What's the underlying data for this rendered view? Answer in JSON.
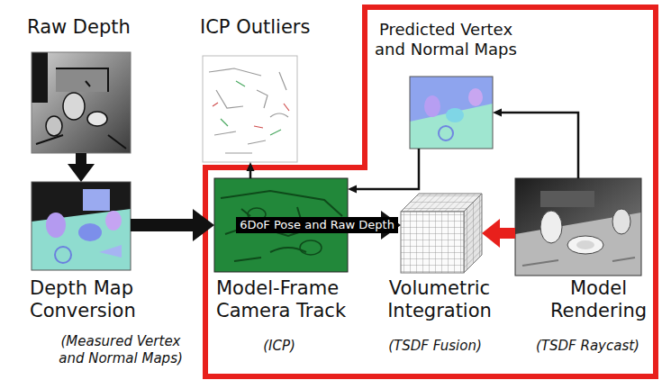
{
  "diagram": {
    "nodes": [
      {
        "text": [
          "Raw Depth"
        ]
      },
      {
        "text": [
          "ICP Outliers"
        ]
      },
      {
        "text": [
          "Predicted Vertex and Normal Maps"
        ]
      },
      {
        "text": [
          "Depth Map Conversion",
          "(Measured Vertex and Normal Maps)"
        ]
      },
      {
        "text": [
          "Model-Frame Camera Track",
          "(ICP)"
        ]
      },
      {
        "text": [
          "Volumetric Integration",
          "(TSDF Fusion)"
        ]
      },
      {
        "text": [
          "Model Rendering",
          "(TSDF Raycast)"
        ]
      }
    ],
    "edges": [
      {
        "from": 0,
        "to": 3,
        "arrow": "to"
      },
      {
        "from": 3,
        "to": 4,
        "arrow": "to"
      },
      {
        "from": 4,
        "to": 1,
        "arrow": "to"
      },
      {
        "from": 4,
        "to": 5,
        "arrow": "to",
        "label": "6DoF Pose and Raw Depth"
      },
      {
        "from": 6,
        "to": 5,
        "arrow": "to"
      },
      {
        "from": 6,
        "to": 2,
        "arrow": "to"
      },
      {
        "from": 2,
        "to": 4,
        "arrow": "to"
      }
    ]
  }
}
